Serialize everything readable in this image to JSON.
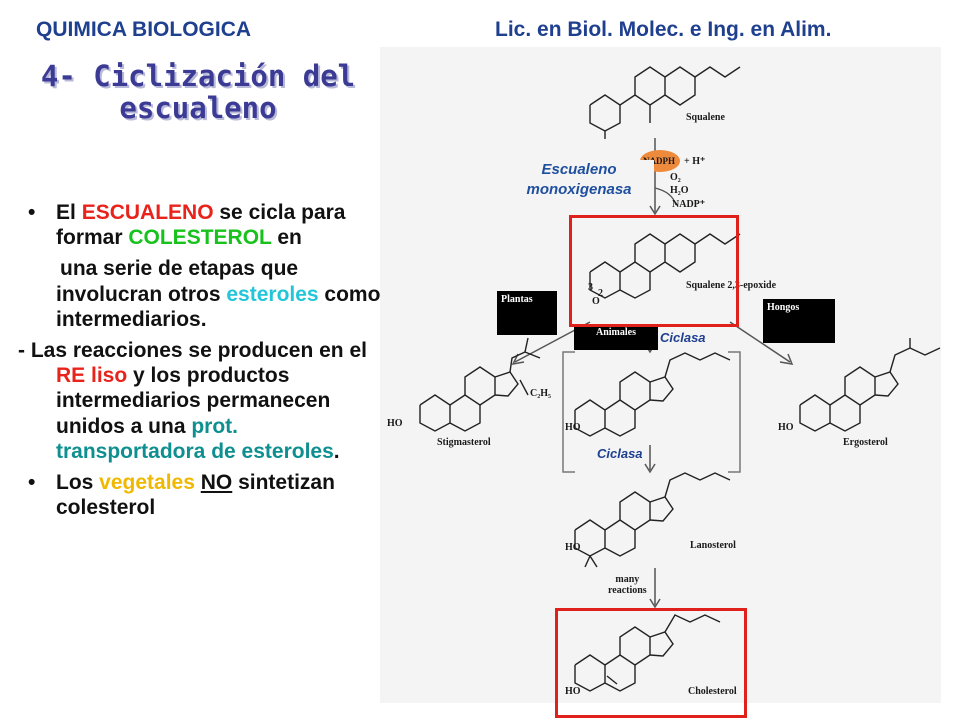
{
  "header": {
    "left": "QUIMICA BIOLOGICA",
    "right": "Lic. en Biol. Molec. e Ing. en Alim."
  },
  "title": {
    "line1": "4- Ciclización del",
    "line2": "escualeno"
  },
  "text": {
    "p1_a": "El ",
    "p1_b": "ESCUALENO",
    "p1_c": " se cicla para formar ",
    "p1_d": "COLESTEROL",
    "p1_e": " en",
    "p2_a": "una serie de etapas que involucran otros ",
    "p2_b": "esteroles",
    "p2_c": " como intermediarios.",
    "p3_a": "- Las reacciones se producen en el ",
    "p3_b": "RE liso",
    "p3_c": " y los productos intermediarios permanecen unidos a una ",
    "p3_d": "prot. transportadora de esteroles",
    "p3_e": ".",
    "p4_a": "Los ",
    "p4_b": "vegetales",
    "p4_c": " ",
    "p4_d": "NO",
    "p4_e": " sintetizan colesterol"
  },
  "figure": {
    "squalene": "Squalene",
    "nadph": "NADPH",
    "h_plus": "+ H⁺",
    "o2": "O₂",
    "h2o": "H₂O",
    "nadp": "NADP⁺",
    "enzyme_line1": "Escualeno",
    "enzyme_line2": "monoxigenasa",
    "epoxide": "Squalene 2,3-epoxide",
    "num3": "3",
    "num2": "2",
    "o_atom": "O",
    "plantas": "Plantas",
    "animales": "Animales",
    "hongos": "Hongos",
    "ciclasa1": "Ciclasa",
    "ciclasa2": "Ciclasa",
    "stigmasterol": "Stigmasterol",
    "ergosterol": "Ergosterol",
    "lanosterol": "Lanosterol",
    "cholesterol": "Cholesterol",
    "c2h5": "C₂H₅",
    "ho": "HO",
    "many_reactions_1": "many",
    "many_reactions_2": "reactions"
  },
  "colors": {
    "header_blue": "#1f3f8f",
    "title_purple": "#3b3b95",
    "red": "#e8231c",
    "green": "#18c21c",
    "cyan": "#22c6d8",
    "teal": "#0f8f8f",
    "yellow": "#f0b800",
    "highlight_box": "#e0201a",
    "nadph_orange": "#ee8a3c"
  }
}
